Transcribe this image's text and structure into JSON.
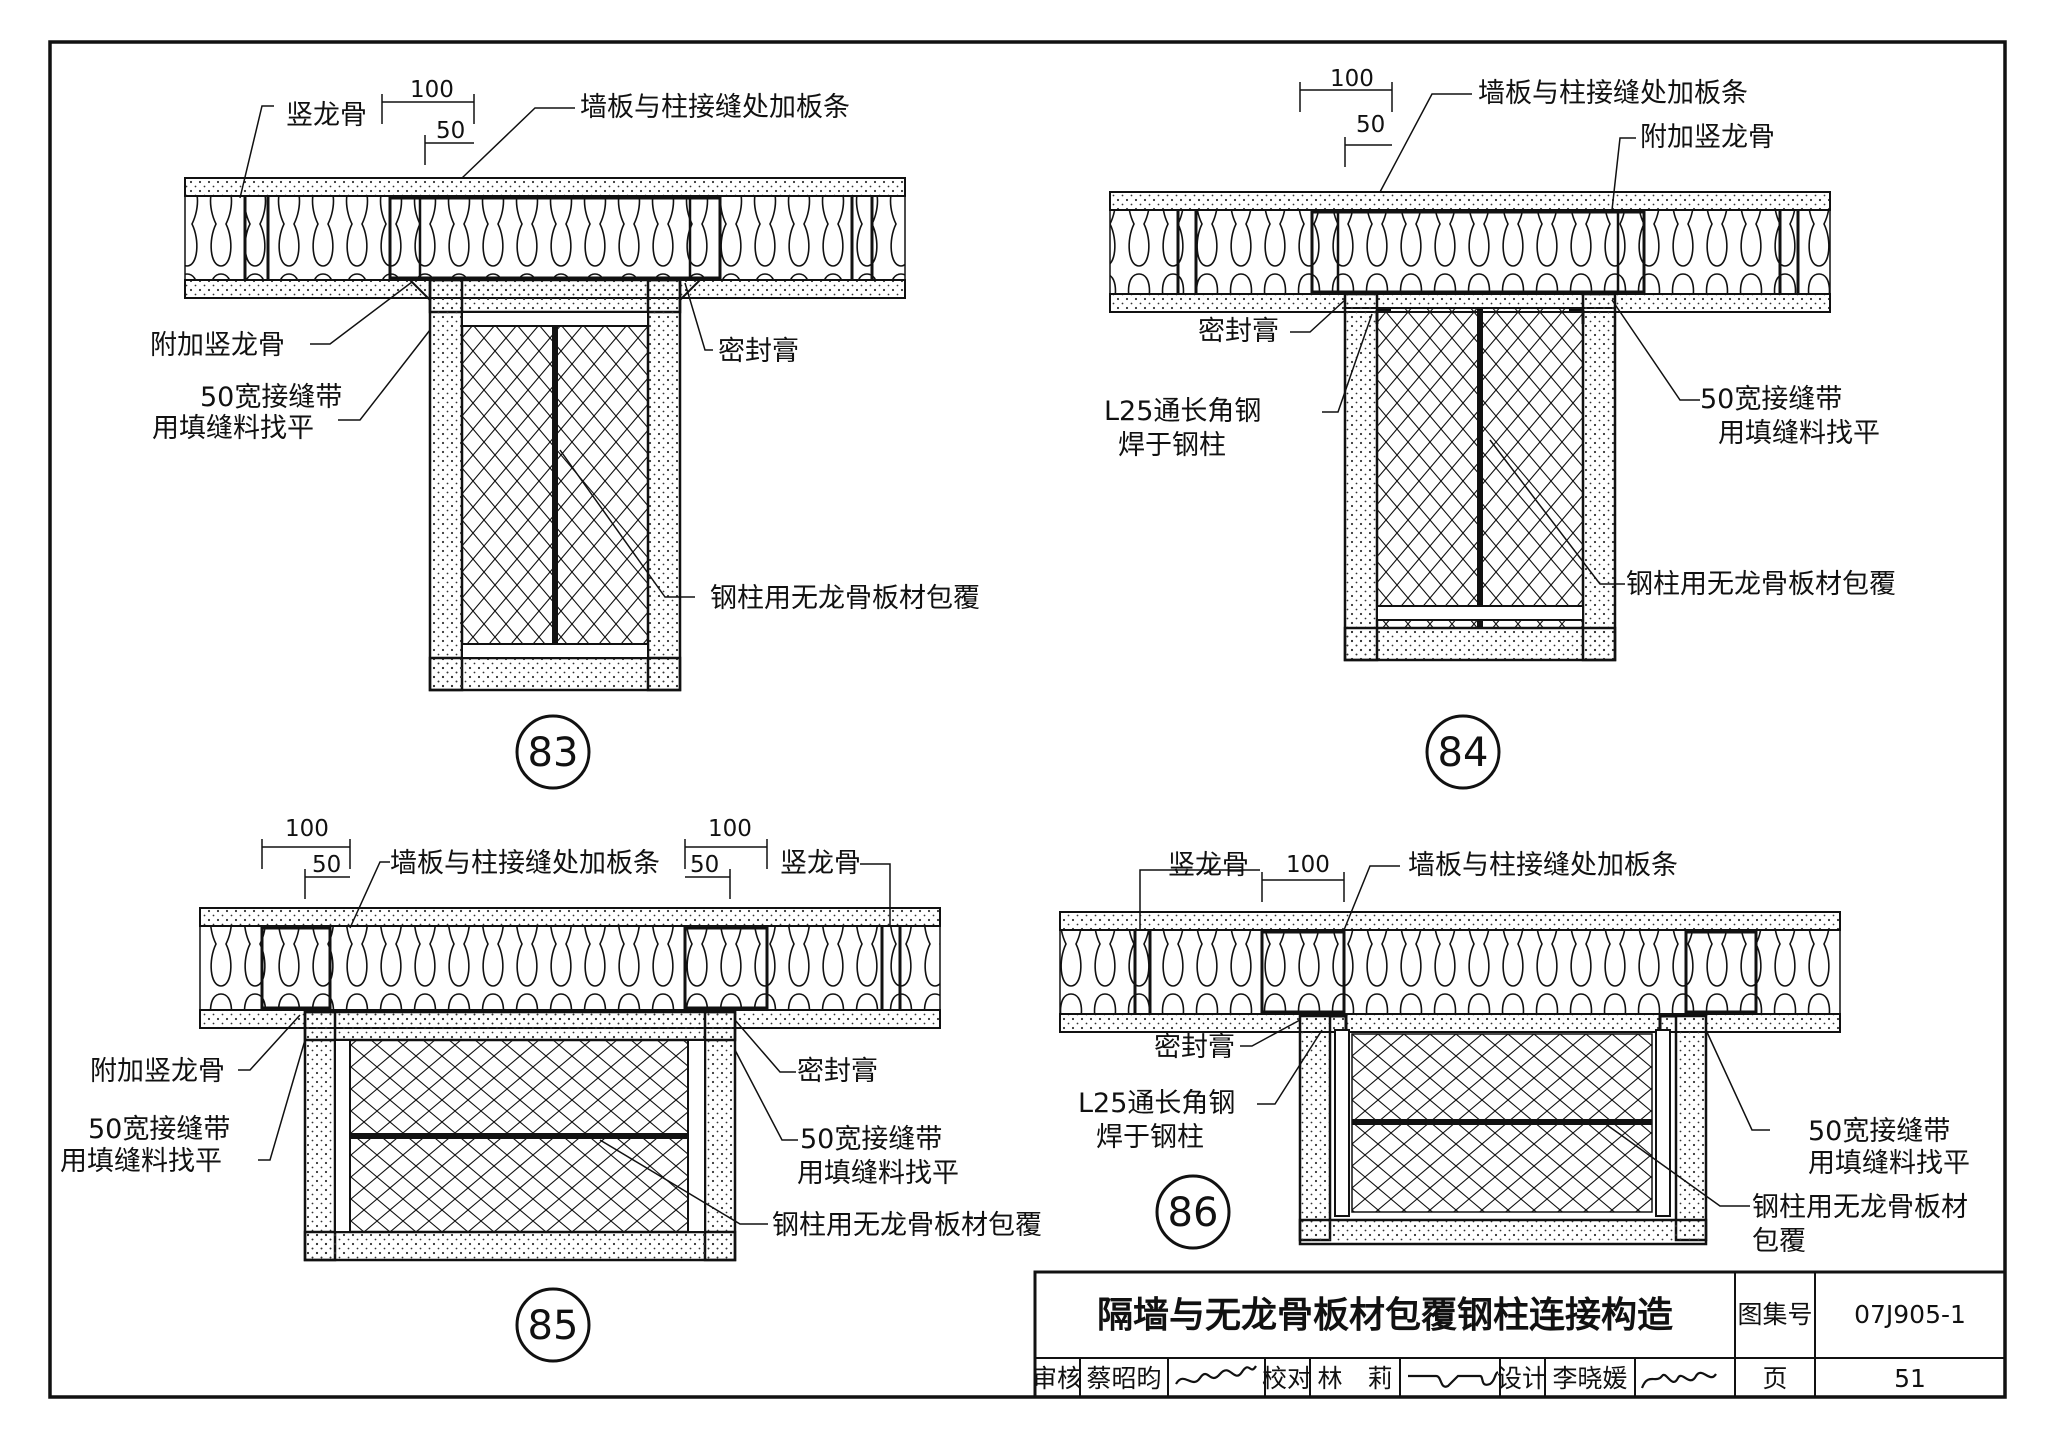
{
  "title_block": {
    "title": "隔墙与无龙骨板材包覆钢柱连接构造",
    "atlas_label": "图集号",
    "atlas_no": "07J905-1",
    "review_label": "审核",
    "reviewer": "蔡昭昀",
    "check_label": "校对",
    "checker": "林　莉",
    "design_label": "设计",
    "designer": "李晓媛",
    "page_label": "页",
    "page_no": "51"
  },
  "details": [
    {
      "number": "83",
      "dims": [
        "100",
        "50"
      ],
      "labels": [
        "竖龙骨",
        "墙板与柱接缝处加板条",
        "附加竖龙骨",
        "密封膏",
        "50宽接缝带",
        "用填缝料找平",
        "钢柱用无龙骨板材包覆"
      ]
    },
    {
      "number": "84",
      "dims": [
        "100",
        "50"
      ],
      "labels": [
        "墙板与柱接缝处加板条",
        "附加竖龙骨",
        "密封膏",
        "L25通长角钢",
        "焊于钢柱",
        "50宽接缝带",
        "用填缝料找平",
        "钢柱用无龙骨板材包覆"
      ]
    },
    {
      "number": "85",
      "dims": [
        "100",
        "50",
        "100",
        "50"
      ],
      "labels": [
        "墙板与柱接缝处加板条",
        "竖龙骨",
        "附加竖龙骨",
        "50宽接缝带",
        "用填缝料找平",
        "密封膏",
        "50宽接缝带",
        "用填缝料找平",
        "钢柱用无龙骨板材包覆"
      ]
    },
    {
      "number": "86",
      "dims": [
        "100"
      ],
      "labels": [
        "竖龙骨",
        "墙板与柱接缝处加板条",
        "密封膏",
        "L25通长角钢",
        "焊于钢柱",
        "50宽接缝带",
        "用填缝料找平",
        "钢柱用无龙骨板材",
        "包覆"
      ]
    }
  ]
}
